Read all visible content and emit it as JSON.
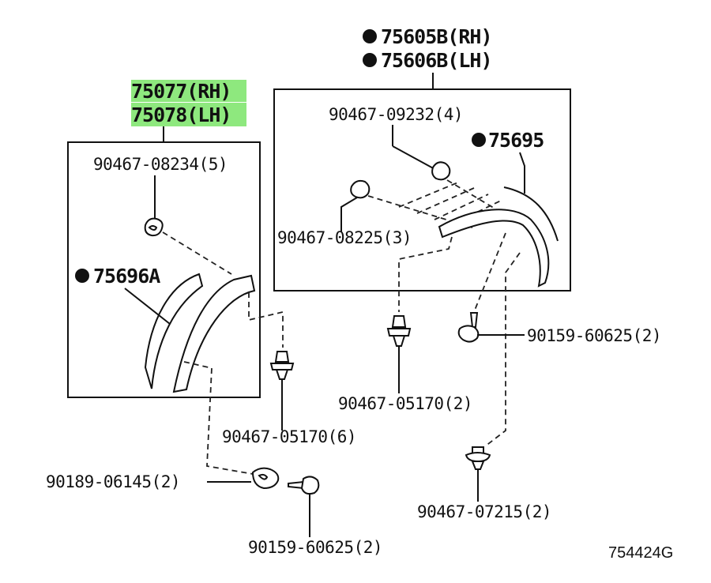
{
  "diagram": {
    "labels": {
      "p75605b": "75605B(RH)",
      "p75606b": "75606B(LH)",
      "p75077": "75077(RH)",
      "p75078": "75078(LH)",
      "p90467_09232": "90467-09232(4)",
      "p75695": "75695",
      "p90467_08234": "90467-08234(5)",
      "p90467_08225": "90467-08225(3)",
      "p75696a": "75696A",
      "p90159_60625_r": "90159-60625(2)",
      "p90467_05170_r": "90467-05170(2)",
      "p90467_05170_l": "90467-05170(6)",
      "p90189_06145": "90189-06145(2)",
      "p90467_07215": "90467-07215(2)",
      "p90159_60625_b": "90159-60625(2)"
    },
    "catalog_number": "754424G",
    "highlight_color": "#8ee87e"
  }
}
